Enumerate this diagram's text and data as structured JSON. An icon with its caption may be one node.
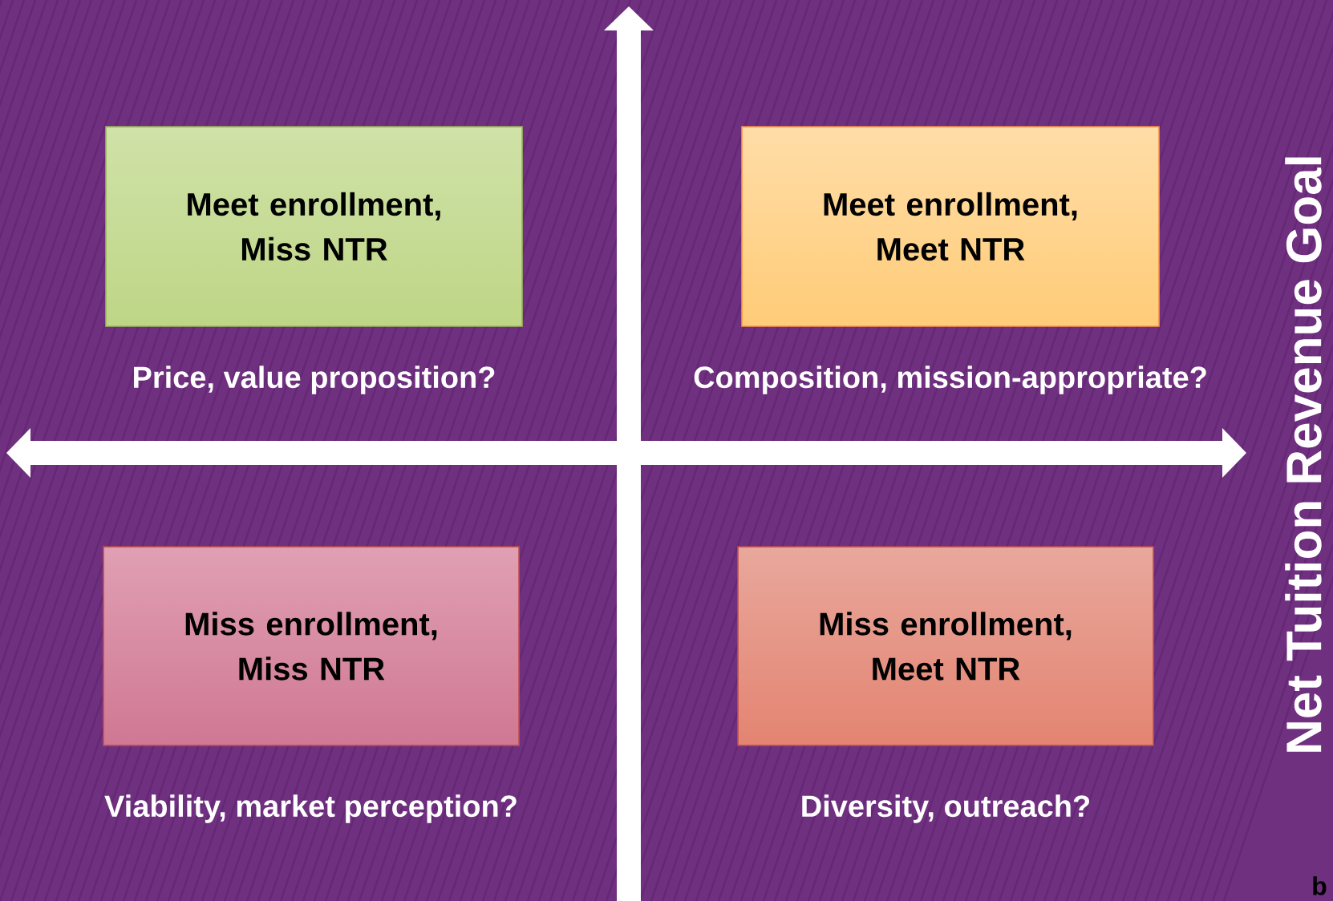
{
  "diagram": {
    "nodes": [
      {
        "text": [
          "Meet enrollment, Miss NTR"
        ],
        "beside": [
          "Price, value proposition?"
        ]
      },
      {
        "text": [
          "Meet enrollment, Meet NTR"
        ],
        "beside": [
          "Composition, mission-appropriate?"
        ]
      },
      {
        "text": [
          "Miss enrollment, Miss NTR"
        ],
        "beside": [
          "Viability, market perception?"
        ]
      },
      {
        "text": [
          "Miss enrollment, Meet NTR"
        ],
        "beside": [
          "Diversity, outreach?"
        ]
      }
    ],
    "labels": [
      "Net Tuition Revenue Goal",
      "b"
    ]
  }
}
